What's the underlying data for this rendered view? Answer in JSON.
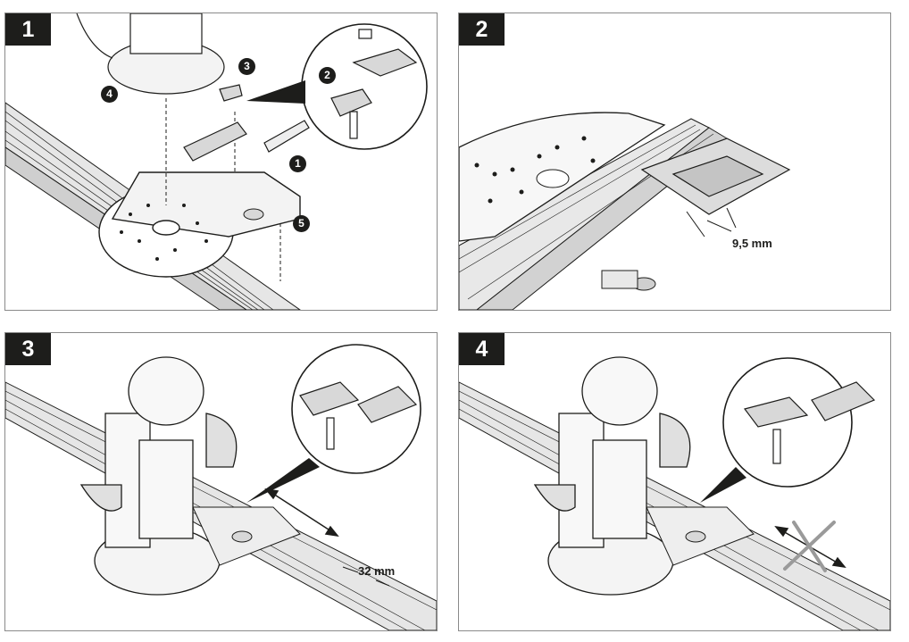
{
  "panels": [
    {
      "number": "1",
      "callouts": [
        "1",
        "2",
        "3",
        "4",
        "5"
      ]
    },
    {
      "number": "2",
      "dimension": "9,5 mm"
    },
    {
      "number": "3",
      "dimension": "32 mm"
    },
    {
      "number": "4"
    }
  ],
  "icons": {
    "panel1": "router-base-guide-rail-assembly",
    "panel2": "guide-rail-adapter-closeup",
    "panel3": "router-on-rail-movable-arrow",
    "panel4": "router-on-rail-not-movable-cross"
  },
  "colors": {
    "ink": "#1d1d1b",
    "border": "#8a8a8a",
    "shade": "#d8d8d8"
  }
}
